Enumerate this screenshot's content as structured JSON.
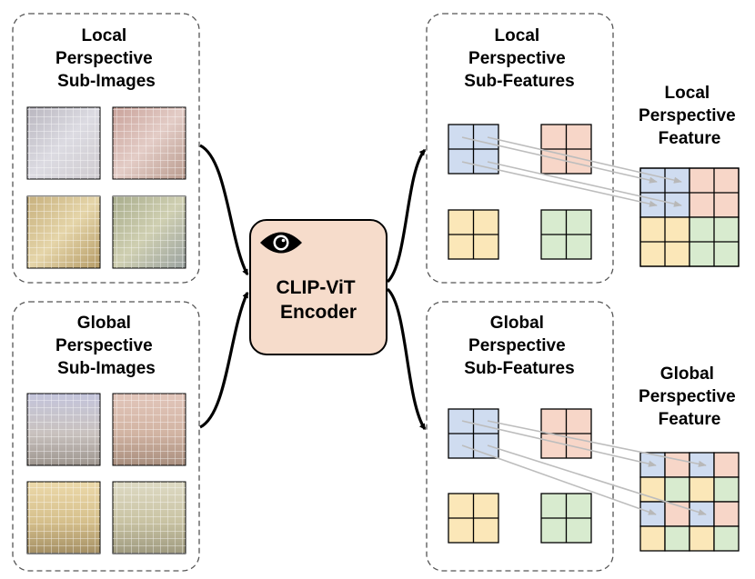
{
  "panels": {
    "local_images": {
      "title_lines": [
        "Local",
        "Perspective",
        "Sub-Images"
      ]
    },
    "global_images": {
      "title_lines": [
        "Global",
        "Perspective",
        "Sub-Images"
      ]
    },
    "local_subfeatures": {
      "title_lines": [
        "Local",
        "Perspective",
        "Sub-Features"
      ]
    },
    "global_subfeatures": {
      "title_lines": [
        "Global",
        "Perspective",
        "Sub-Features"
      ]
    }
  },
  "encoder": {
    "lines": [
      "CLIP-ViT",
      "Encoder"
    ],
    "icon": "eye-icon"
  },
  "outputs": {
    "local_feature": {
      "title_lines": [
        "Local",
        "Perspective",
        "Feature"
      ]
    },
    "global_feature": {
      "title_lines": [
        "Global",
        "Perspective",
        "Feature"
      ]
    }
  },
  "colors": {
    "blue": "#cfdcf0",
    "red": "#f7d6c8",
    "yellow": "#fbe7b8",
    "green": "#d8ebcf",
    "encoder_fill": "#f6dccb",
    "arrow_gray": "#bcbcbc"
  }
}
